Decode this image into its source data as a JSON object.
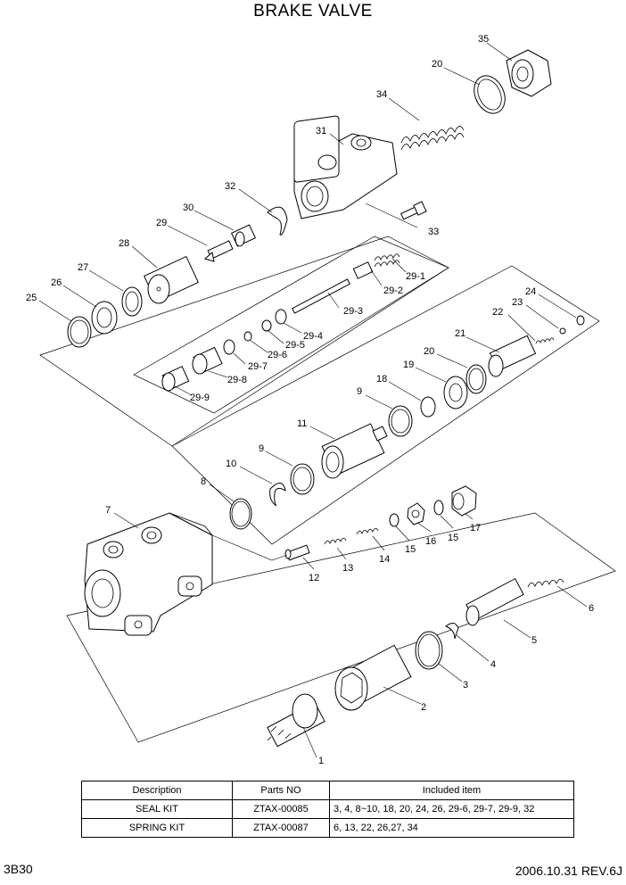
{
  "title": "BRAKE VALVE",
  "callouts": {
    "c1": "1",
    "c2": "2",
    "c3": "3",
    "c4": "4",
    "c5": "5",
    "c6": "6",
    "c7": "7",
    "c8": "8",
    "c9a": "9",
    "c9b": "9",
    "c10": "10",
    "c11": "11",
    "c12": "12",
    "c13": "13",
    "c14": "14",
    "c15a": "15",
    "c15b": "15",
    "c16": "16",
    "c17": "17",
    "c18": "18",
    "c19": "19",
    "c20a": "20",
    "c20b": "20",
    "c21": "21",
    "c22": "22",
    "c23": "23",
    "c24": "24",
    "c25": "25",
    "c26": "26",
    "c27": "27",
    "c28": "28",
    "c29": "29",
    "c30": "30",
    "c31": "31",
    "c32": "32",
    "c33": "33",
    "c34": "34",
    "c35": "35",
    "c29_1": "29-1",
    "c29_2": "29-2",
    "c29_3": "29-3",
    "c29_4": "29-4",
    "c29_5": "29-5",
    "c29_6": "29-6",
    "c29_7": "29-7",
    "c29_8": "29-8",
    "c29_9": "29-9"
  },
  "table": {
    "headers": [
      "Description",
      "Parts NO",
      "Included item"
    ],
    "rows": [
      [
        "SEAL KIT",
        "ZTAX-00085",
        "3, 4, 8~10, 18, 20, 24, 26, 29-6, 29-7, 29-9, 32"
      ],
      [
        "SPRING KIT",
        "ZTAX-00087",
        "6, 13, 22, 26,27, 34"
      ]
    ]
  },
  "footer": {
    "page_code": "3B30",
    "revision": "2006.10.31 REV.6J"
  }
}
